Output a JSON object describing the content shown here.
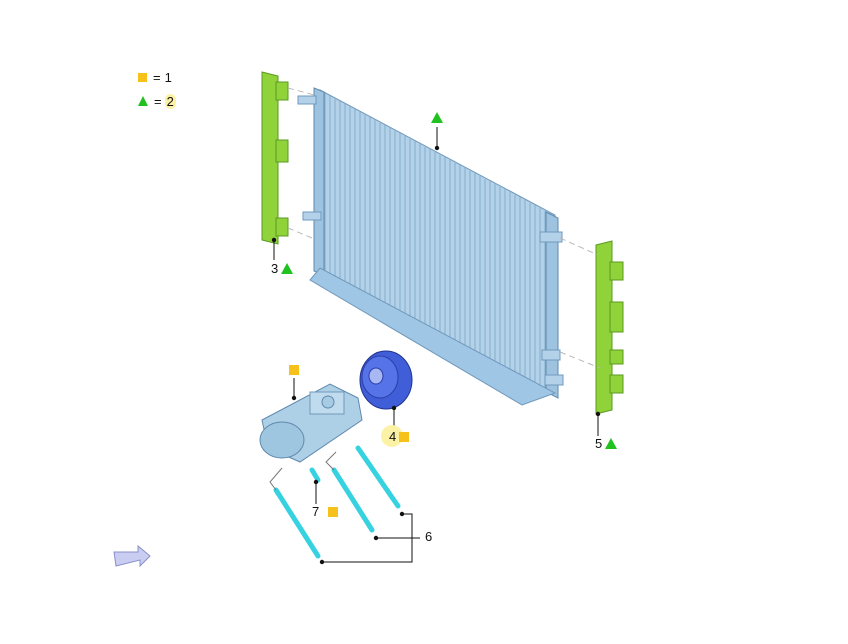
{
  "legend": {
    "square_value": "1",
    "triangle_value": "2",
    "equals": "="
  },
  "callouts": {
    "c3": "3",
    "c4": "4",
    "c5": "5",
    "c6": "6",
    "c7": "7"
  },
  "colors": {
    "square_marker": "#f7c11b",
    "triangle_marker": "#1fc21f",
    "condenser": "#a9c9e3",
    "bracket": "#8fd23a",
    "pulley": "#3f5ed8",
    "hose": "#37d2e0",
    "highlight": "#fbf2a6"
  },
  "icons": {
    "nav_arrow": "arrow-right-icon"
  }
}
